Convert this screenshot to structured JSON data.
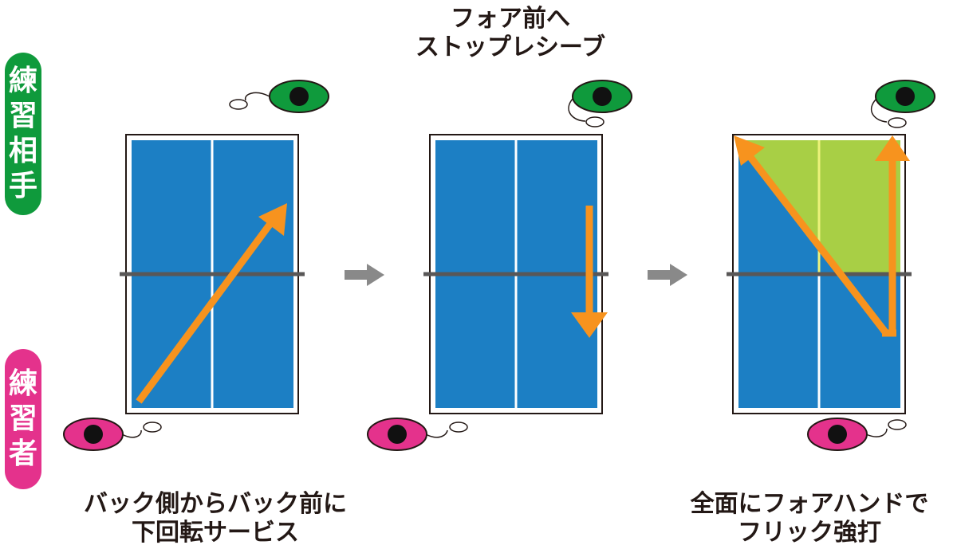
{
  "labels": {
    "opponent": [
      "練",
      "習",
      "相",
      "手"
    ],
    "practicer": [
      "練",
      "習",
      "者"
    ]
  },
  "captions": {
    "step2": [
      "フォア前へ",
      "ストップレシーブ"
    ],
    "step1": [
      "バック側からバック前に",
      "下回転サービス"
    ],
    "step3": [
      "全面にフォアハンドで",
      "フリック強打"
    ]
  },
  "colors": {
    "table": "#1c7fc4",
    "table_border": "#231815",
    "net": "#595757",
    "arrow": "#f7931e",
    "step_arrow": "#898989",
    "highlight_zone": "#a8cf45",
    "opponent_eye": "#0f9a3c",
    "practicer_eye": "#e4328c"
  }
}
